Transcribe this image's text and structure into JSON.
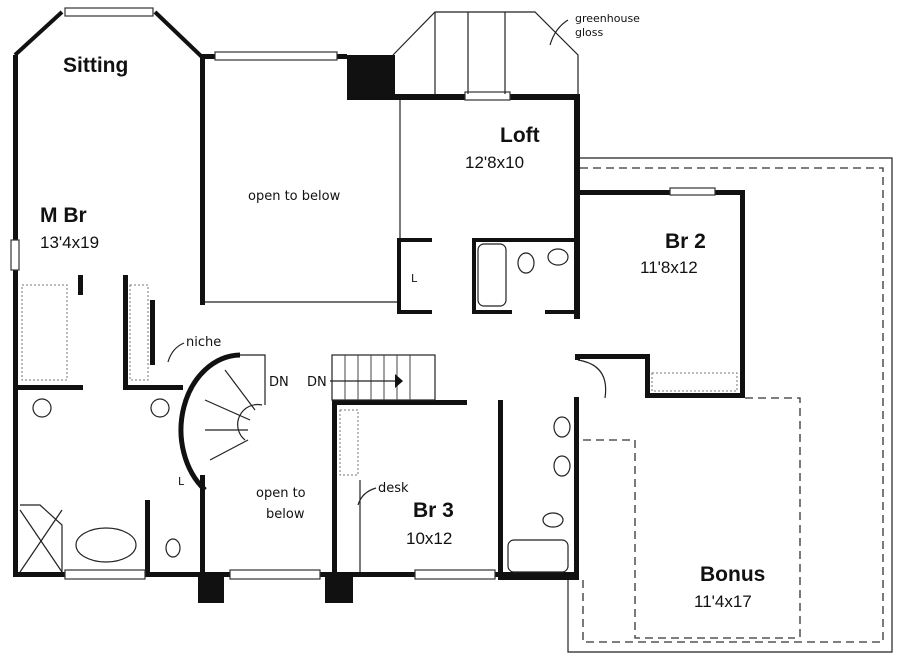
{
  "plan": {
    "rooms": [
      {
        "id": "sitting",
        "name": "Sitting",
        "size": ""
      },
      {
        "id": "master",
        "name": "M Br",
        "size": "13'4x19"
      },
      {
        "id": "loft",
        "name": "Loft",
        "size": "12'8x10"
      },
      {
        "id": "br2",
        "name": "Br 2",
        "size": "11'8x12"
      },
      {
        "id": "br3",
        "name": "Br 3",
        "size": "10x12"
      },
      {
        "id": "bonus",
        "name": "Bonus",
        "size": "11'4x17"
      }
    ],
    "notes": {
      "open_to_below_top": "open to below",
      "open_to_below_bottom_line1": "open to",
      "open_to_below_bottom_line2": "below",
      "greenhouse_line1": "greenhouse",
      "greenhouse_line2": "gloss",
      "niche": "niche",
      "desk": "desk",
      "stair_dn_1": "DN",
      "stair_dn_2": "DN",
      "linen_1": "L",
      "linen_2": "L"
    }
  }
}
